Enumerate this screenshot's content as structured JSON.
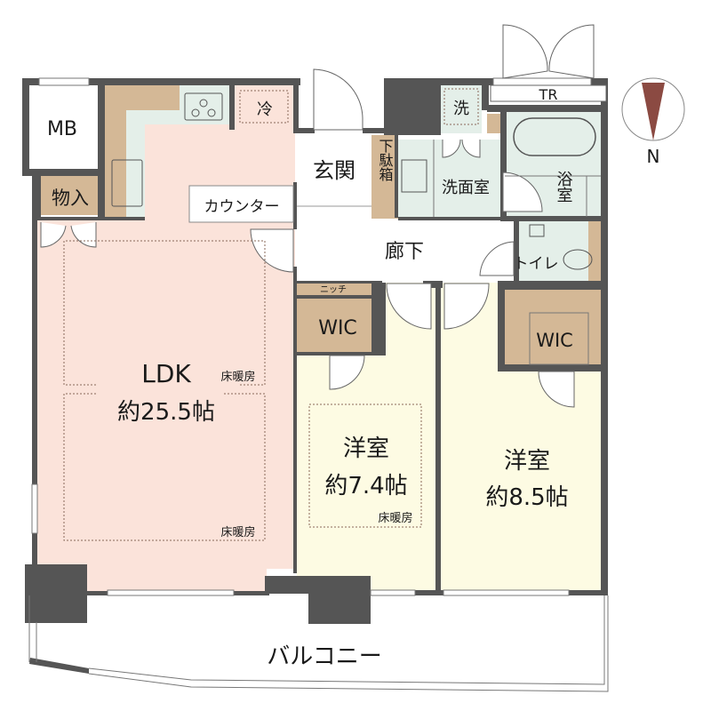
{
  "floor_plan": {
    "colors": {
      "wall": "#555555",
      "ldk": "#fbe3da",
      "bedroom": "#fdfbe3",
      "storage": "#d4b896",
      "wet_area": "#e4efe9",
      "corridor": "#ffffff",
      "compass_needle": "#8b4a42"
    },
    "rooms": {
      "mb": {
        "label": "MB"
      },
      "storage_closet": {
        "label": "物入"
      },
      "refrigerator": {
        "label": "冷"
      },
      "counter": {
        "label": "カウンター"
      },
      "entrance": {
        "label": "玄関"
      },
      "shoe_box": {
        "label": "下駄箱"
      },
      "washer": {
        "label": "洗"
      },
      "trunk_room": {
        "label": "TR"
      },
      "washroom": {
        "label": "洗面室"
      },
      "bathroom": {
        "label": "浴室"
      },
      "corridor": {
        "label": "廊下"
      },
      "toilet": {
        "label": "トイレ"
      },
      "niche": {
        "label": "ニッチ"
      },
      "wic_1": {
        "label": "WIC"
      },
      "wic_2": {
        "label": "WIC"
      },
      "ldk": {
        "label": "LDK",
        "area": "約25.5帖"
      },
      "floor_heating_1": {
        "label": "床暖房"
      },
      "floor_heating_2": {
        "label": "床暖房"
      },
      "floor_heating_3": {
        "label": "床暖房"
      },
      "western_room_1": {
        "label": "洋室",
        "area": "約7.4帖"
      },
      "western_room_2": {
        "label": "洋室",
        "area": "約8.5帖"
      },
      "balcony": {
        "label": "バルコニー"
      }
    },
    "compass": {
      "label": "N"
    }
  }
}
